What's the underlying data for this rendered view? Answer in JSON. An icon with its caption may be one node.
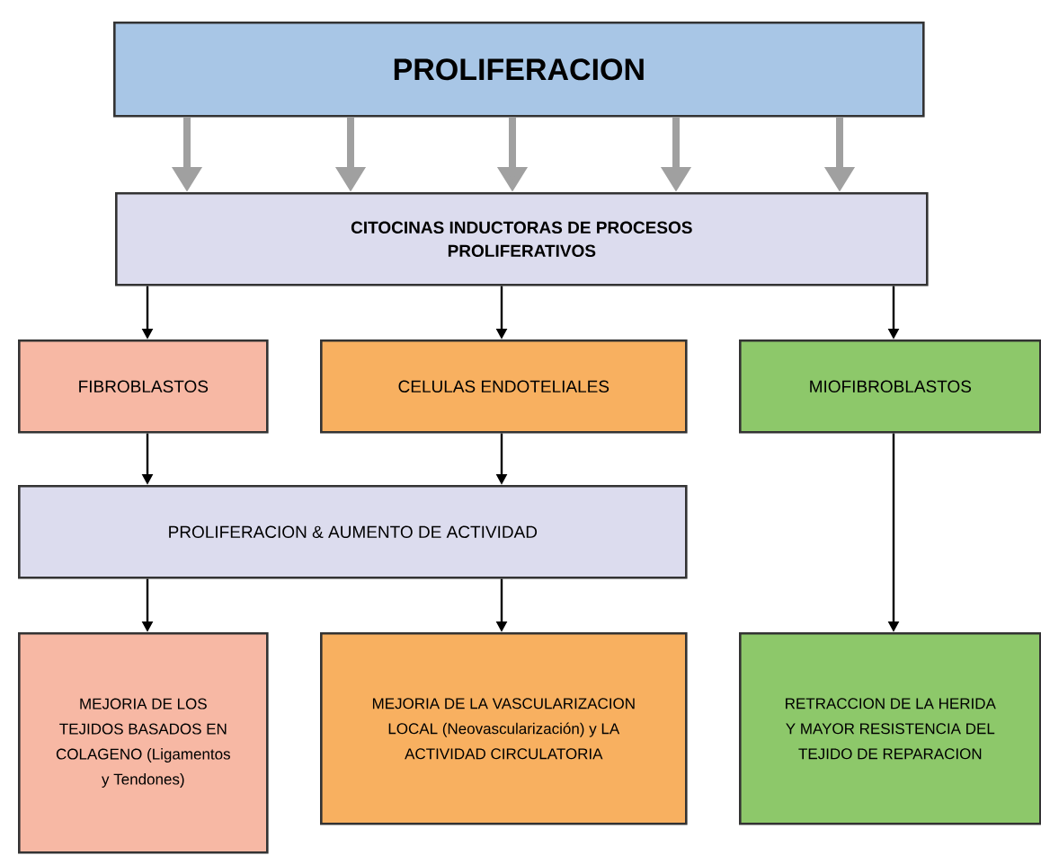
{
  "diagram": {
    "nodes": [
      {
        "text": [
          "PROLIFERACION"
        ]
      },
      {
        "text": [
          "CITOCINAS INDUCTORAS DE PROCESOS PROLIFERATIVOS"
        ]
      },
      {
        "text": [
          "FIBROBLASTOS"
        ]
      },
      {
        "text": [
          "CELULAS ENDOTELIALES"
        ]
      },
      {
        "text": [
          "MIOFIBROBLASTOS"
        ]
      },
      {
        "text": [
          "PROLIFERACION & AUMENTO DE ACTIVIDAD"
        ]
      },
      {
        "text": [
          "MEJORIA DE LOS TEJIDOS BASADOS EN COLAGENO (Ligamentos y Tendones)"
        ]
      },
      {
        "text": [
          "MEJORIA DE LA VASCULARIZACION LOCAL (Neovascularización) y LA ACTIVIDAD CIRCULATORIA"
        ]
      },
      {
        "text": [
          "RETRACCION DE LA HERIDA Y MAYOR RESISTENCIA DEL TEJIDO DE REPARACION"
        ]
      }
    ],
    "edges": [
      {
        "from": 0,
        "to": 1,
        "arrow": "to",
        "style": "thick",
        "color": "#a0a0a0"
      },
      {
        "from": 0,
        "to": 1,
        "arrow": "to",
        "style": "thick",
        "color": "#a0a0a0"
      },
      {
        "from": 0,
        "to": 1,
        "arrow": "to",
        "style": "thick",
        "color": "#a0a0a0"
      },
      {
        "from": 0,
        "to": 1,
        "arrow": "to",
        "style": "thick",
        "color": "#a0a0a0"
      },
      {
        "from": 0,
        "to": 1,
        "arrow": "to",
        "style": "thick",
        "color": "#a0a0a0"
      },
      {
        "from": 1,
        "to": 2,
        "arrow": "to"
      },
      {
        "from": 1,
        "to": 3,
        "arrow": "to"
      },
      {
        "from": 1,
        "to": 4,
        "arrow": "to"
      },
      {
        "from": 2,
        "to": 5,
        "arrow": "to"
      },
      {
        "from": 3,
        "to": 5,
        "arrow": "to"
      },
      {
        "from": 5,
        "to": 6,
        "arrow": "to"
      },
      {
        "from": 5,
        "to": 7,
        "arrow": "to"
      },
      {
        "from": 4,
        "to": 8,
        "arrow": "to"
      }
    ]
  }
}
